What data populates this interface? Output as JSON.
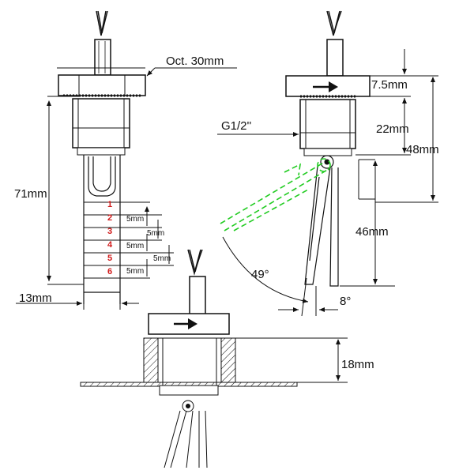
{
  "labels": {
    "octagon": "Oct. 30mm",
    "height_71": "71mm",
    "width_13": "13mm",
    "height_7_5": "7.5mm",
    "thread": "G1/2''",
    "height_22": "22mm",
    "height_48": "48mm",
    "height_46": "46mm",
    "angle_49": "49°",
    "angle_8": "8°",
    "height_18": "18mm",
    "step_5mm": "5mm"
  },
  "switch_points": [
    "1",
    "2",
    "3",
    "4",
    "5",
    "6"
  ],
  "colors": {
    "line": "#111111",
    "switch_number": "#d11a1a",
    "green_float": "#22cc22"
  }
}
